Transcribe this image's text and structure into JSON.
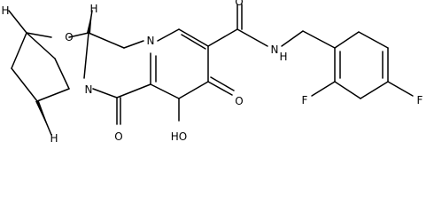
{
  "structure": {
    "atoms": {
      "h_top": "H",
      "o_ring": "O",
      "h_center": "H",
      "n_pyridinone": "N",
      "n_amide_ring": "N",
      "h_bottom": "H",
      "o_carbonyl_bottom": "O",
      "oh": "HO",
      "o_ketone": "O",
      "o_amide": "O",
      "nh_amide": "N",
      "h_amide": "H",
      "f_ortho": "F",
      "f_para": "F"
    }
  }
}
